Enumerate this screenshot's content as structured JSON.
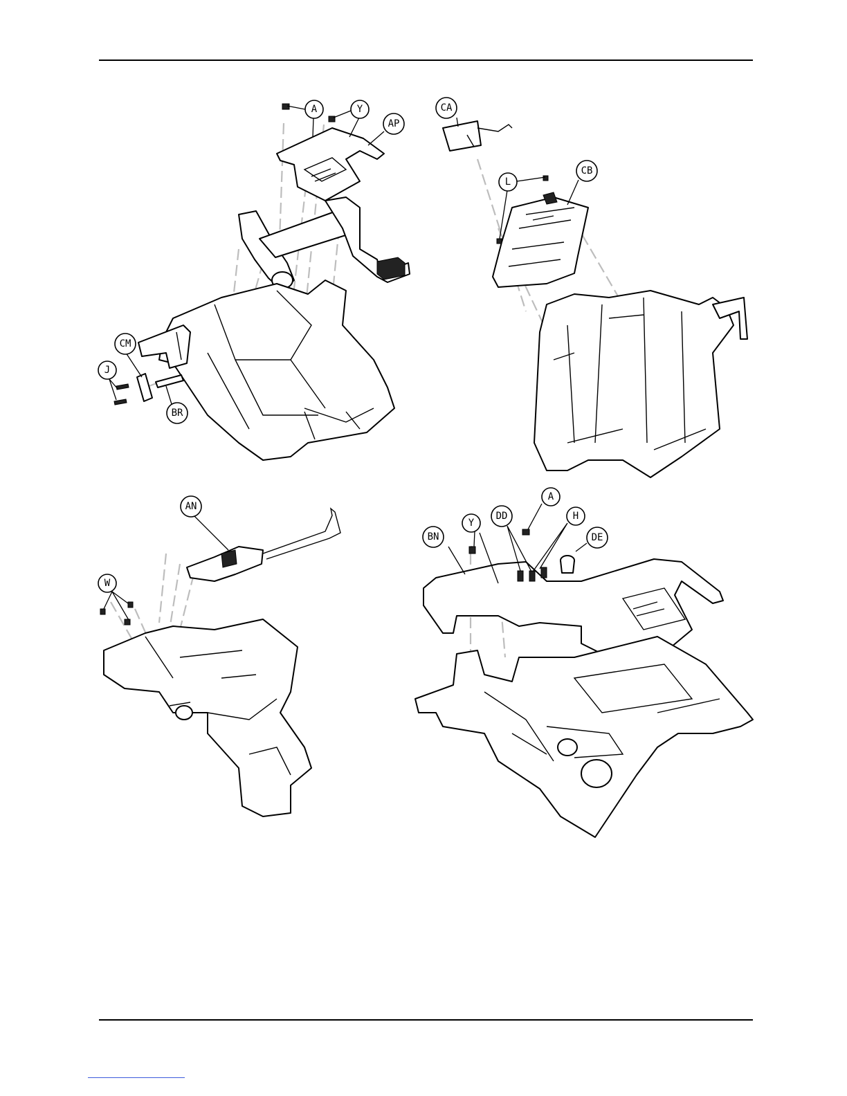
{
  "callouts": {
    "a_top": "A",
    "y_top": "Y",
    "ap": "AP",
    "ca": "CA",
    "cb": "CB",
    "l": "L",
    "cm": "CM",
    "j": "J",
    "br": "BR",
    "an": "AN",
    "w": "W",
    "a_bottom": "A",
    "dd": "DD",
    "h": "H",
    "y_bottom": "Y",
    "bn": "BN",
    "de": "DE"
  }
}
